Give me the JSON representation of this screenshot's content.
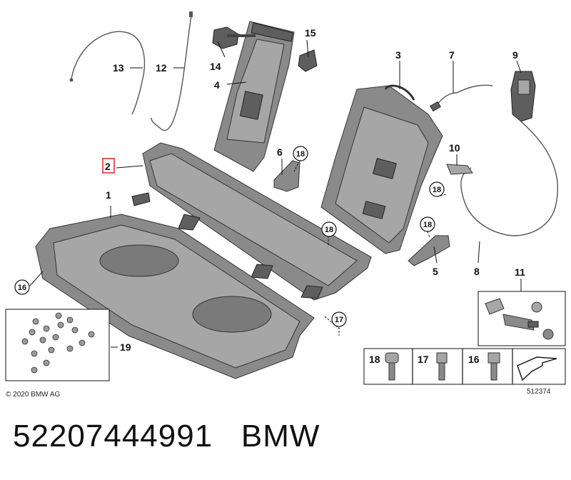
{
  "diagram": {
    "callouts": [
      "1",
      "2",
      "3",
      "4",
      "5",
      "6",
      "7",
      "8",
      "9",
      "10",
      "11",
      "12",
      "13",
      "14",
      "15",
      "16",
      "17",
      "18",
      "19"
    ],
    "circled": {
      "c16": "16",
      "c17": "17",
      "c18a": "18",
      "c18b": "18",
      "c18c": "18",
      "c18d": "18"
    },
    "copyright": "© 2020 BMW AG",
    "diagram_id": "512374",
    "hardware_legend": [
      {
        "number": "18",
        "kind": "torx-screw"
      },
      {
        "number": "17",
        "kind": "hex-screw"
      },
      {
        "number": "16",
        "kind": "hex-bolt"
      }
    ]
  },
  "footer": {
    "part_number": "52207444991",
    "brand": "BMW"
  }
}
